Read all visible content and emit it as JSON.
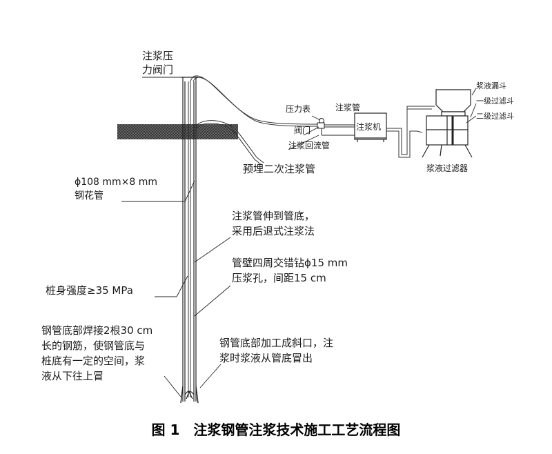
{
  "labels": {
    "valve_top_1": "注浆压",
    "valve_top_2": "力阀门",
    "pressure_gauge": "压力表",
    "grout_pipe": "注浆管",
    "valve": "阀门",
    "return_pipe": "注浆回流管",
    "grout_machine": "注浆机",
    "funnel": "浆液漏斗",
    "filter1": "一级过滤斗",
    "filter2": "二级过滤斗",
    "slurry_filter": "浆液过滤器",
    "embedded_pipe": "预埋二次注浆管",
    "steel_pipe_1": "ϕ108 mm×8 mm",
    "steel_pipe_2": "钢花管",
    "extend_1": "注浆管伸到管底，",
    "extend_2": "采用后退式注浆法",
    "drill_1": "管壁四周交错钻ϕ15 mm",
    "drill_2": "压浆孔，间距15 cm",
    "pile_strength": "桩身强度≥35 MPa",
    "bottom_left_1": "钢管底部焊接2根30 cm",
    "bottom_left_2": "长的钢筋，使钢管底与",
    "bottom_left_3": "桩底有一定的空间，浆",
    "bottom_left_4": "液从下往上冒",
    "bottom_right_1": "钢管底部加工成斜口，注",
    "bottom_right_2": "浆时浆液从管底冒出"
  },
  "caption": "图 1　注浆钢管注浆技术施工工艺流程图"
}
